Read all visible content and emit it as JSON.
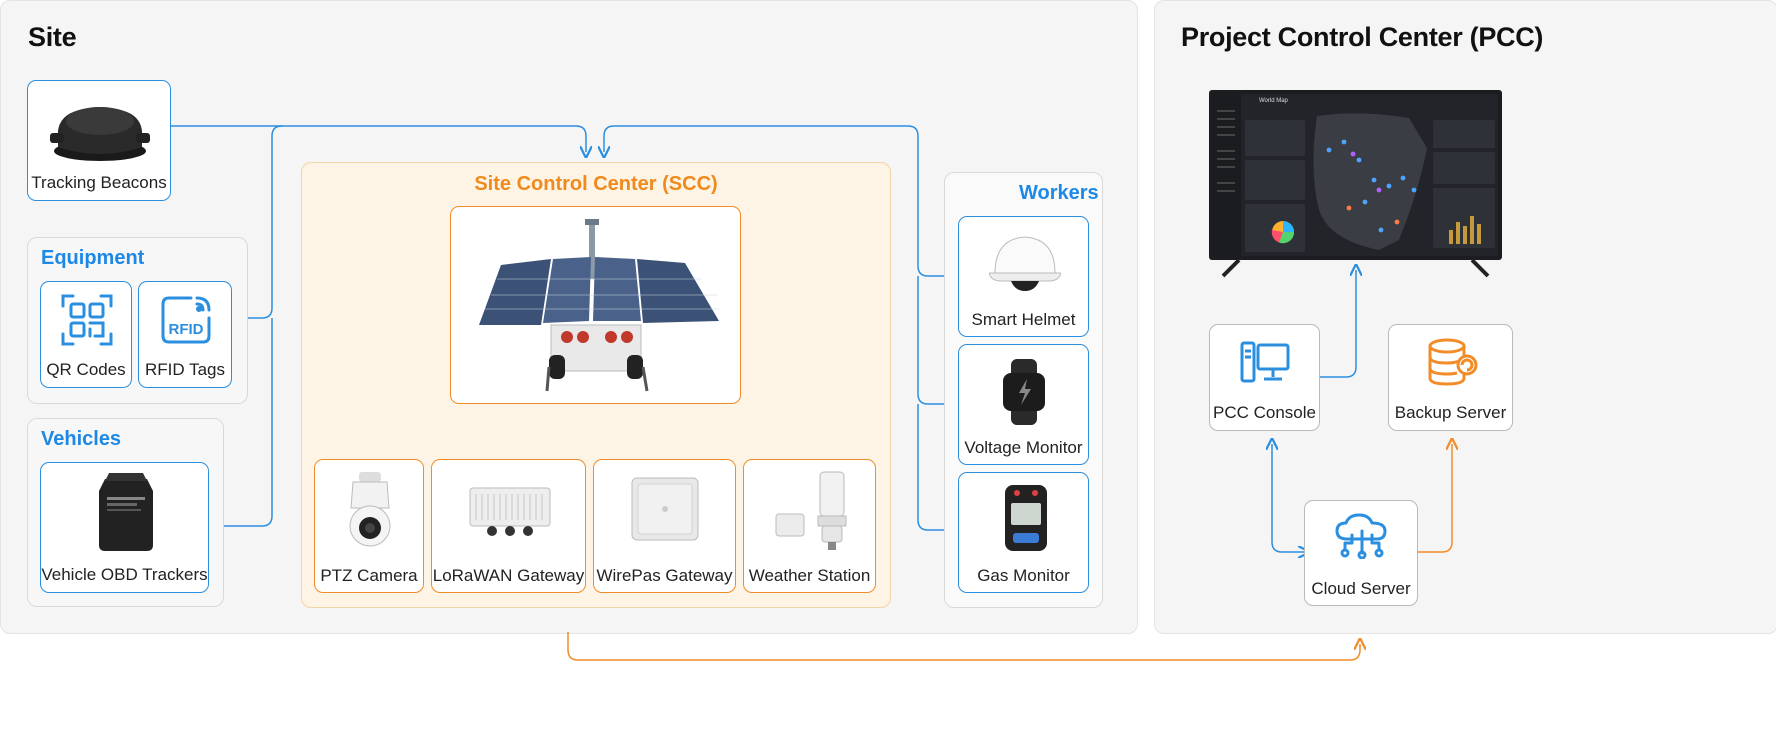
{
  "site": {
    "title": "Site",
    "tracking_beacons": "Tracking Beacons",
    "equipment": {
      "title": "Equipment",
      "qr_codes": "QR Codes",
      "rfid_tags": "RFID Tags",
      "rfid_icon_text": "RFID"
    },
    "vehicles": {
      "title": "Vehicles",
      "obd_trackers": "Vehicle OBD Trackers"
    },
    "scc": {
      "title": "Site Control Center (SCC)",
      "devices": [
        "PTZ Camera",
        "LoRaWAN Gateway",
        "WirePas Gateway",
        "Weather Station"
      ]
    },
    "workers": {
      "title": "Workers",
      "devices": [
        "Smart Helmet",
        "Voltage Monitor",
        "Gas Monitor"
      ]
    }
  },
  "pcc": {
    "title": "Project Control Center (PCC)",
    "console": "PCC Console",
    "backup": "Backup Server",
    "cloud": "Cloud Server",
    "dashboard_title": "World Map"
  },
  "colors": {
    "blue": "#2b8fe0",
    "orange": "#f28c28",
    "title_blue": "#1e88e5",
    "title_orange": "#f08a1c"
  }
}
